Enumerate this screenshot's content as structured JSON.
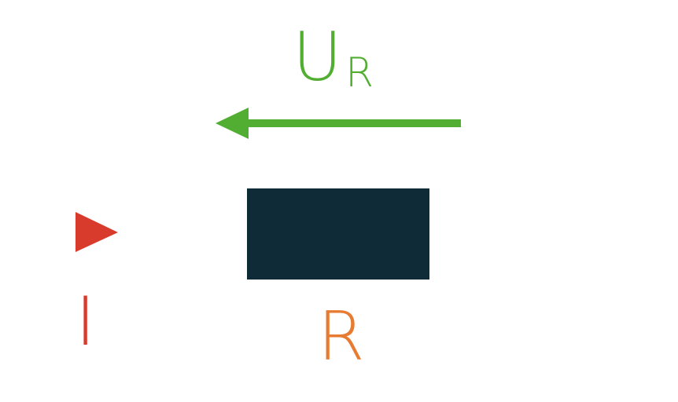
{
  "voltage": {
    "symbol": "U",
    "subscript": "R",
    "color": "#52ae32"
  },
  "resistor": {
    "label": "R",
    "label_color": "#e77b32",
    "body_color": "#0f2b37"
  },
  "current": {
    "label": "I",
    "color": "#d83b2c"
  }
}
